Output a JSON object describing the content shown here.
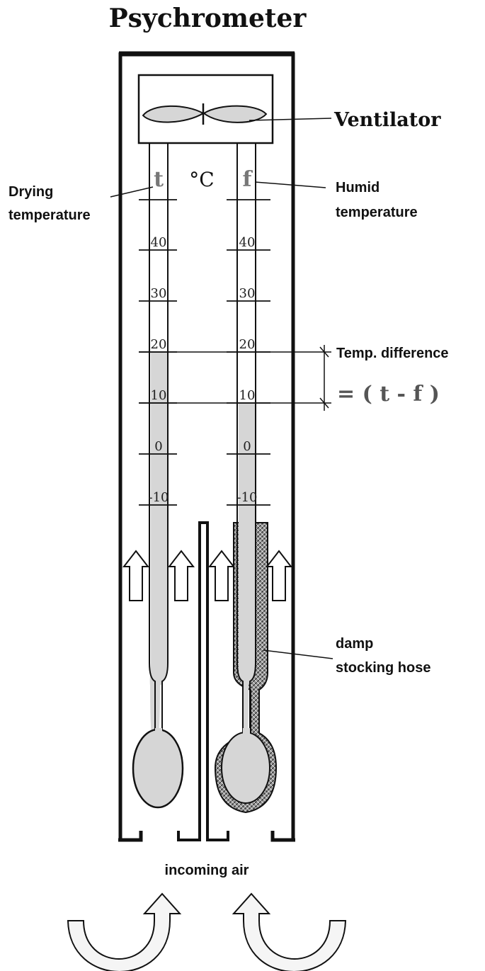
{
  "title": "Psychrometer",
  "labels": {
    "ventilator": "Ventilator",
    "drying_line1": "Drying",
    "drying_line2": "temperature",
    "humid_line1": "Humid",
    "humid_line2": "temperature",
    "temp_difference": "Temp. difference",
    "formula": "= ( t - f )",
    "damp_line1": "damp",
    "damp_line2": "stocking hose",
    "incoming_air": "incoming air"
  },
  "thermometers": {
    "dry_symbol": "t",
    "wet_symbol": "f",
    "unit": "°C",
    "dry_ticks": [
      "40",
      "30",
      "20",
      "10",
      "0",
      "-10"
    ],
    "wet_ticks": [
      "40",
      "30",
      "20",
      "10",
      "0",
      "-10"
    ],
    "dry_reading": 20,
    "wet_reading": 10
  },
  "colors": {
    "outline": "#111111",
    "fluid": "#d6d6d6",
    "stocking": "#8a8a8a",
    "arrow_fill": "#f5f5f5"
  }
}
